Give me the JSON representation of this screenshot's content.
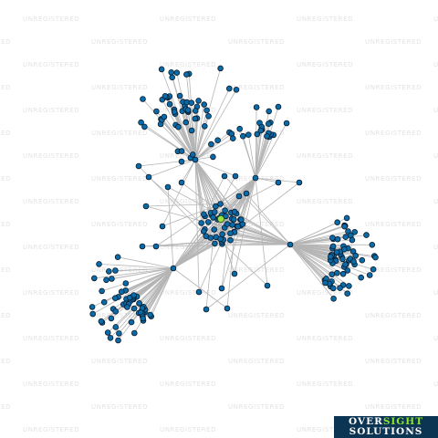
{
  "watermark": {
    "text": "UNREGISTERED"
  },
  "logo": {
    "word1": "OVER",
    "word2": "SIGHT",
    "word3": "SOLUTIONS"
  },
  "colors": {
    "edge": "#b5b5b5",
    "node": "#0b6aa8",
    "node_focus": "#9be343",
    "background": "#ffffff",
    "logo_bg": "#0c3554",
    "logo_accent": "#8fe32b"
  },
  "graph": {
    "hubs": 5,
    "focus_nodes": 1,
    "description_of_clusters": [
      "top-left",
      "top-center",
      "center",
      "right",
      "bottom-left"
    ]
  }
}
